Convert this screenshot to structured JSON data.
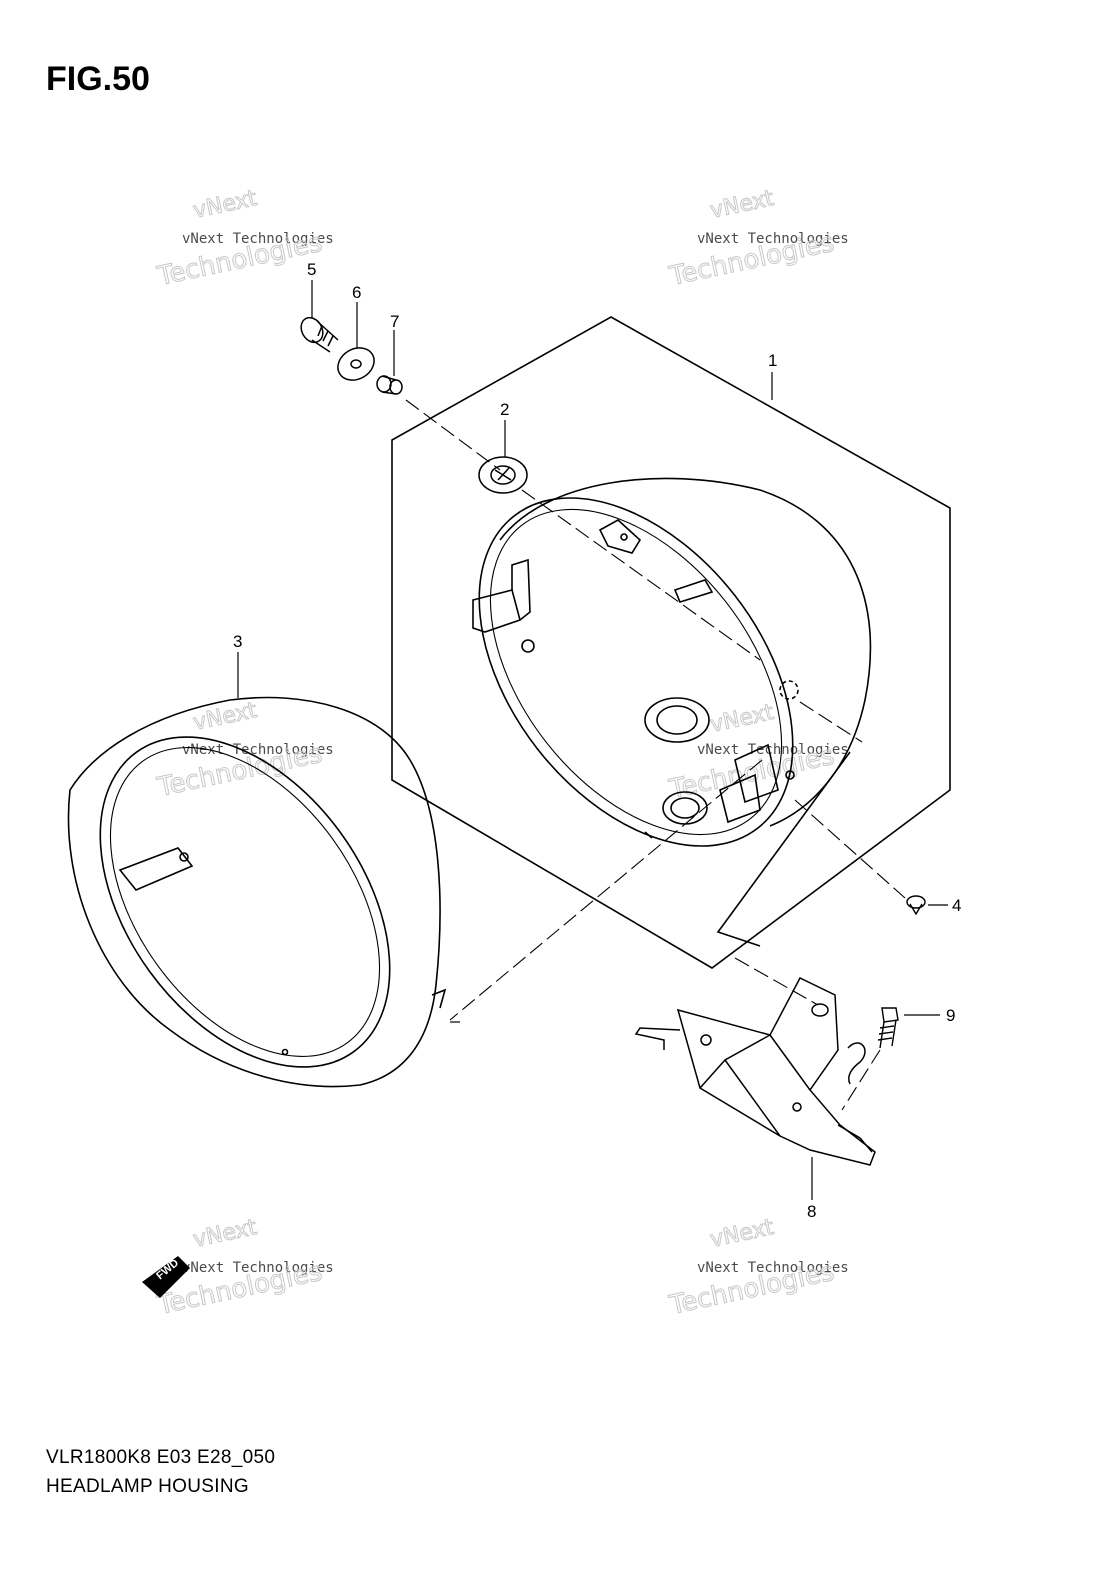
{
  "figure": {
    "title": "FIG.50"
  },
  "footer": {
    "model_code": "VLR1800K8 E03 E28_050",
    "assembly_name": "HEADLAMP HOUSING"
  },
  "callouts": [
    {
      "id": "1",
      "part": "headlamp-housing"
    },
    {
      "id": "2",
      "part": "grommet"
    },
    {
      "id": "3",
      "part": "headlamp-rim"
    },
    {
      "id": "4",
      "part": "screw"
    },
    {
      "id": "5",
      "part": "bolt"
    },
    {
      "id": "6",
      "part": "washer"
    },
    {
      "id": "7",
      "part": "collar"
    },
    {
      "id": "8",
      "part": "bracket"
    },
    {
      "id": "9",
      "part": "bolt"
    }
  ],
  "watermark": {
    "line1": "vNext Technologies",
    "line2": "Technologies",
    "line3": "vNext"
  },
  "fwd_badge": "FWD"
}
